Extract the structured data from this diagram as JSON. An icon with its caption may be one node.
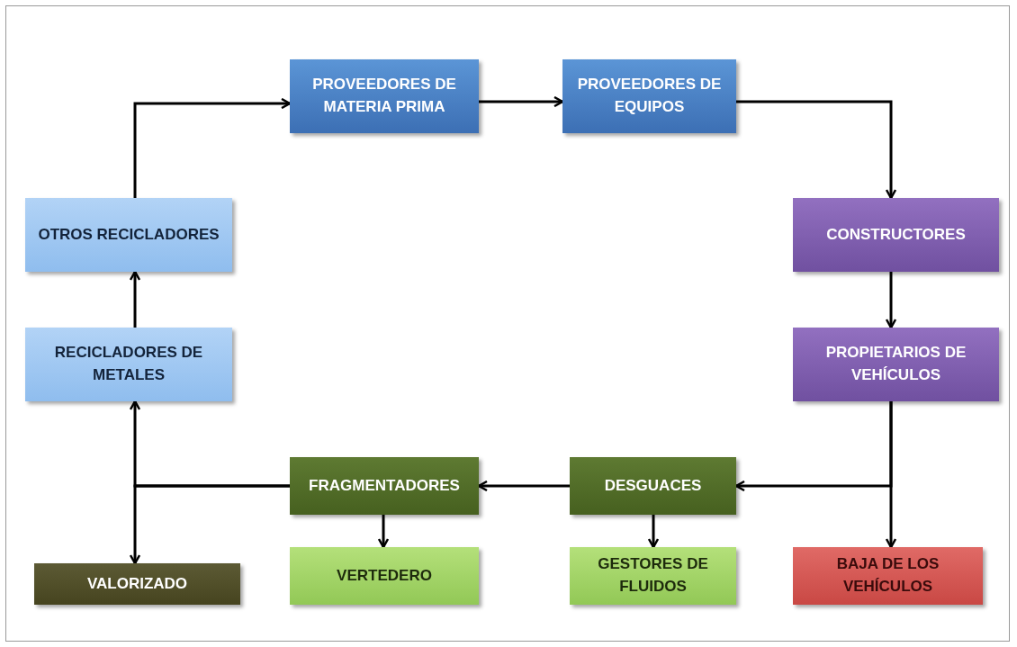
{
  "diagram": {
    "nodes": [
      {
        "text": [
          "PROVEEDORES DE MATERIA PRIMA"
        ]
      },
      {
        "text": [
          "PROVEEDORES DE EQUIPOS"
        ]
      },
      {
        "text": [
          "CONSTRUCTORES"
        ]
      },
      {
        "text": [
          "PROPIETARIOS DE VEHÍCULOS"
        ]
      },
      {
        "text": [
          "BAJA DE LOS VEHÍCULOS"
        ]
      },
      {
        "text": [
          "DESGUACES"
        ]
      },
      {
        "text": [
          "GESTORES DE FLUIDOS"
        ]
      },
      {
        "text": [
          "FRAGMENTADORES"
        ]
      },
      {
        "text": [
          "VERTEDERO"
        ]
      },
      {
        "text": [
          "RECICLADORES DE METALES"
        ]
      },
      {
        "text": [
          "VALORIZADO"
        ]
      },
      {
        "text": [
          "OTROS RECICLADORES"
        ]
      }
    ],
    "edges": [
      {
        "from": 11,
        "to": 0,
        "arrow": "to"
      },
      {
        "from": 0,
        "to": 1,
        "arrow": "to"
      },
      {
        "from": 1,
        "to": 2,
        "arrow": "to"
      },
      {
        "from": 2,
        "to": 3,
        "arrow": "to"
      },
      {
        "from": 3,
        "to": 4,
        "arrow": "to"
      },
      {
        "from": 3,
        "to": 5,
        "arrow": "to"
      },
      {
        "from": 5,
        "to": 6,
        "arrow": "to"
      },
      {
        "from": 5,
        "to": 7,
        "arrow": "to"
      },
      {
        "from": 7,
        "to": 8,
        "arrow": "to"
      },
      {
        "from": 7,
        "to": 9,
        "arrow": "to"
      },
      {
        "from": 7,
        "to": 10,
        "arrow": "to"
      },
      {
        "from": 9,
        "to": 11,
        "arrow": "to"
      }
    ]
  }
}
